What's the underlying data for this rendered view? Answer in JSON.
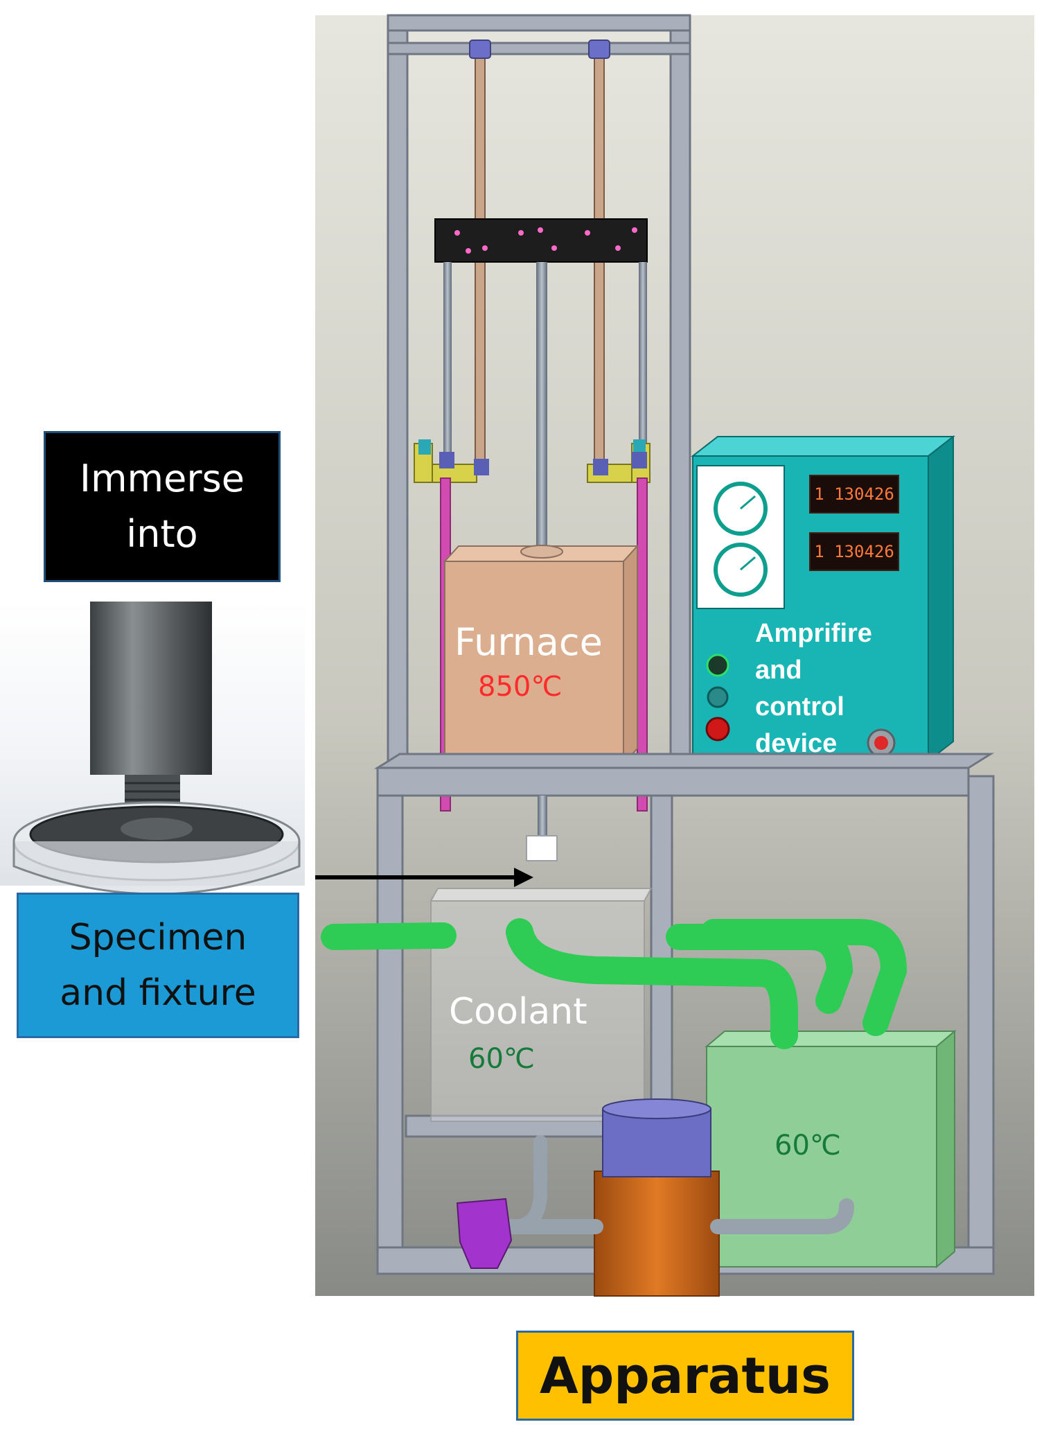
{
  "labels": {
    "immerse_line1": "Immerse",
    "immerse_line2": "into",
    "specimen_line1": "Specimen",
    "specimen_line2": "and fixture",
    "apparatus": "Apparatus"
  },
  "apparatus": {
    "furnace": {
      "name": "Furnace",
      "temperature": "850℃"
    },
    "coolant": {
      "name": "Coolant",
      "temperature": "60℃"
    },
    "tank": {
      "temperature": "60℃"
    },
    "device": {
      "line1": "Amprifire",
      "line2": "and",
      "line3": "control",
      "line4": "device",
      "counter1": "1 130426",
      "counter2": "1 130426"
    }
  },
  "colors": {
    "immerse_box": "#000000",
    "specimen_box": "#1b9ad6",
    "apparatus_box": "#ffc000",
    "furnace": "#dcae90",
    "device": "#19b5b5",
    "pipes": "#2ecc55",
    "tank": "#8fce96",
    "frame": "#aab0bb"
  }
}
